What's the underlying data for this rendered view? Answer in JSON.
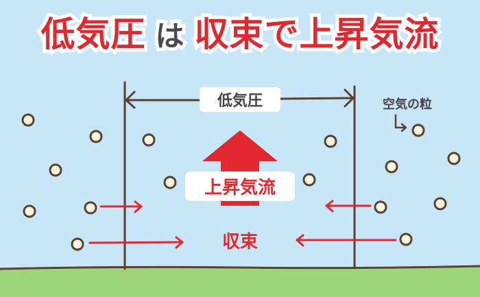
{
  "title": {
    "part1": "低気圧",
    "part2": "は",
    "part3": "収束で上昇気流"
  },
  "labels": {
    "width": "低気圧",
    "particle": "空気の粒",
    "updraft": "上昇気流",
    "convergence": "収束"
  },
  "colors": {
    "sky": "#c7e7f8",
    "ground": "#9dd67a",
    "accent_red": "#e0282e",
    "line_brown": "#5a4030",
    "particle_fill": "#fff6e2",
    "text_dark": "#4a4444"
  },
  "icons": [
    "up-arrow-icon",
    "bent-arrow-icon",
    "right-arrow-icon",
    "left-arrow-icon"
  ]
}
